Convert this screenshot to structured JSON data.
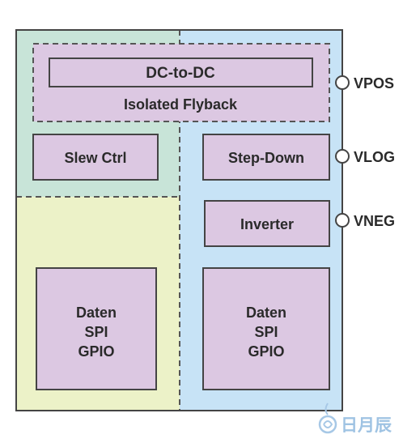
{
  "blocks": {
    "dcdc": "DC-to-DC",
    "flyback": "Isolated Flyback",
    "slew": "Slew Ctrl",
    "stepdown": "Step-Down",
    "inverter": "Inverter",
    "left_data": [
      "Daten",
      "SPI",
      "GPIO"
    ],
    "right_data": [
      "Daten",
      "SPI",
      "GPIO"
    ]
  },
  "pins": {
    "vpos": "VPOS",
    "vlog": "VLOG",
    "vneg": "VNEG"
  },
  "watermark": "日月辰",
  "colors": {
    "green_region": "#c8e4d8",
    "yellow_region": "#ecf2c8",
    "blue_region": "#c7e3f6",
    "block_fill": "#dcc8e2",
    "outline": "#444444"
  }
}
